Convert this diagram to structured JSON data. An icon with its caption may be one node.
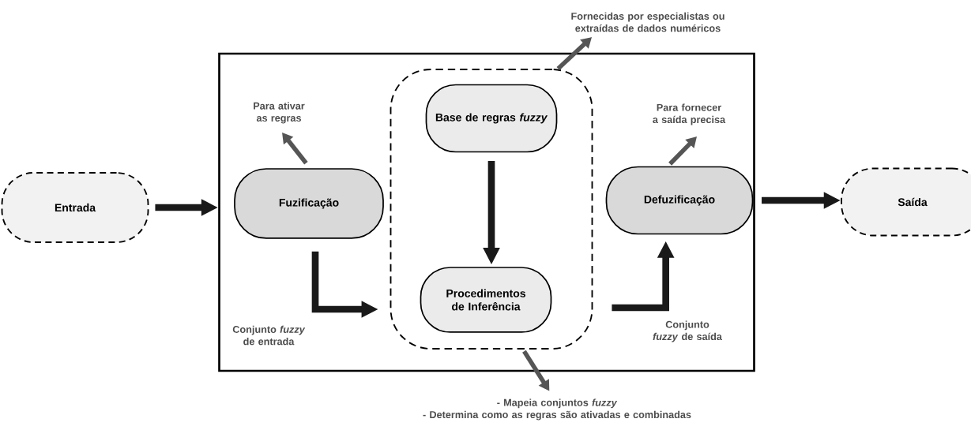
{
  "diagram": {
    "nodes": [
      {
        "text": [
          "Entrada"
        ]
      },
      {
        "text": [],
        "shape": "box"
      },
      {
        "text": [
          "Fuzificação"
        ],
        "in": 1
      },
      {
        "text": [],
        "shape": "box",
        "in": 1
      },
      {
        "text": [
          "Base de regras *fuzzy*"
        ],
        "in": 3
      },
      {
        "text": [
          "Procedimentos de Inferência"
        ],
        "in": 3
      },
      {
        "text": [
          "Defuzificação"
        ],
        "in": 1
      },
      {
        "text": [
          "Saída"
        ]
      },
      {
        "text": [
          "Para ativar as regras"
        ],
        "in": 1
      },
      {
        "text": [
          "Fornecidas por especialistas ou extraídas de dados numéricos"
        ]
      },
      {
        "text": [
          "Para fornecer a saída precisa"
        ],
        "in": 1
      },
      {
        "text": [
          "- Mapeia conjuntos *fuzzy*",
          "- Determina como as regras são ativadas e combinadas"
        ]
      }
    ],
    "edges": [
      {
        "from": 0,
        "to": 1,
        "arrow": "to"
      },
      {
        "from": 2,
        "to": 3,
        "arrow": "to",
        "label": "Conjunto *fuzzy* de entrada"
      },
      {
        "from": 4,
        "to": 5,
        "arrow": "to"
      },
      {
        "from": 3,
        "to": 6,
        "arrow": "to",
        "label": "Conjunto *fuzzy* de saída"
      },
      {
        "from": 6,
        "to": 7,
        "arrow": "to"
      },
      {
        "from": 2,
        "to": 8,
        "arrow": "to",
        "color": "#555555"
      },
      {
        "from": 3,
        "to": 9,
        "arrow": "to",
        "color": "#555555"
      },
      {
        "from": 6,
        "to": 10,
        "arrow": "to",
        "color": "#555555"
      },
      {
        "from": 3,
        "to": 11,
        "arrow": "to",
        "color": "#555555"
      }
    ]
  }
}
